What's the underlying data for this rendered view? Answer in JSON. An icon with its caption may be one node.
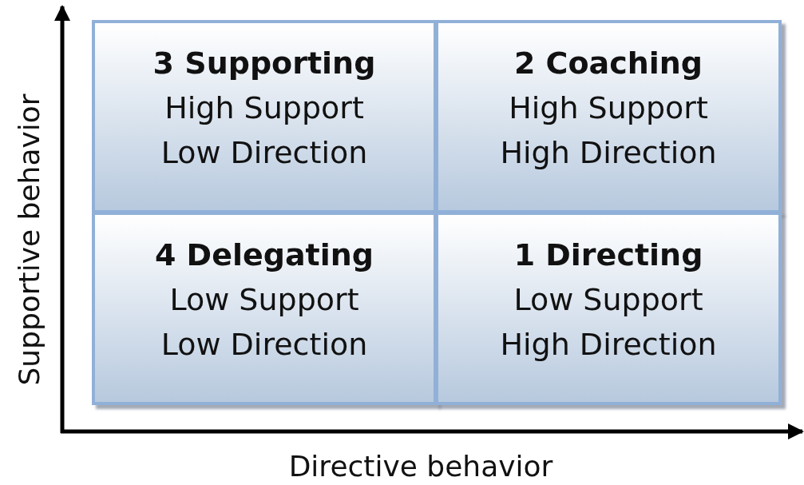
{
  "diagram": {
    "nodes": [
      {
        "text": [
          "3 Supporting",
          "High Support",
          "Low Direction"
        ]
      },
      {
        "text": [
          "2 Coaching",
          "High Support",
          "High Direction"
        ]
      },
      {
        "text": [
          "4 Delegating",
          "Low Support",
          "Low Direction"
        ]
      },
      {
        "text": [
          "1 Directing",
          "Low Support",
          "High Direction"
        ]
      }
    ],
    "labels": [
      "Supportive behavior",
      "Directive behavior"
    ]
  }
}
